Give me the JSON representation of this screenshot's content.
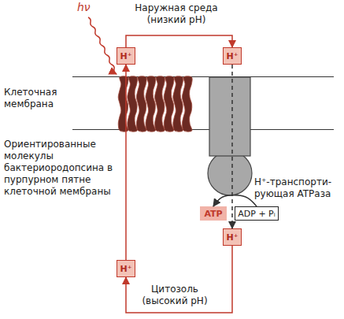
{
  "diagram": {
    "nodes": [
      {
        "text": [
          "Клеточная мембрана"
        ]
      },
      {
        "text": [
          "Ориентированные молекулы бактериородопсина в пурпурном пятне клеточной мембраны"
        ],
        "in": 0
      },
      {
        "text": [
          "H⁺-транспорти- рующая ATPаза"
        ],
        "in": 0
      },
      {
        "text": [
          "H⁺"
        ]
      },
      {
        "text": [
          "H⁺"
        ]
      },
      {
        "text": [
          "H⁺"
        ]
      },
      {
        "text": [
          "H⁺"
        ]
      },
      {
        "text": [
          "ATP"
        ]
      },
      {
        "text": [
          "ADP + Pᵢ"
        ]
      }
    ],
    "edges": [
      {
        "from": 3,
        "to": 4,
        "arrow": "to"
      },
      {
        "from": 4,
        "to": 6,
        "arrow": "to"
      },
      {
        "from": 6,
        "to": 5,
        "arrow": "to"
      },
      {
        "from": 5,
        "to": 3,
        "arrow": "to"
      },
      {
        "from": 8,
        "to": 7,
        "arrow": "to"
      }
    ],
    "labels": [
      "hν",
      "Наружная среда (низкий pH)",
      "Цитозоль (высокий pH)"
    ]
  }
}
